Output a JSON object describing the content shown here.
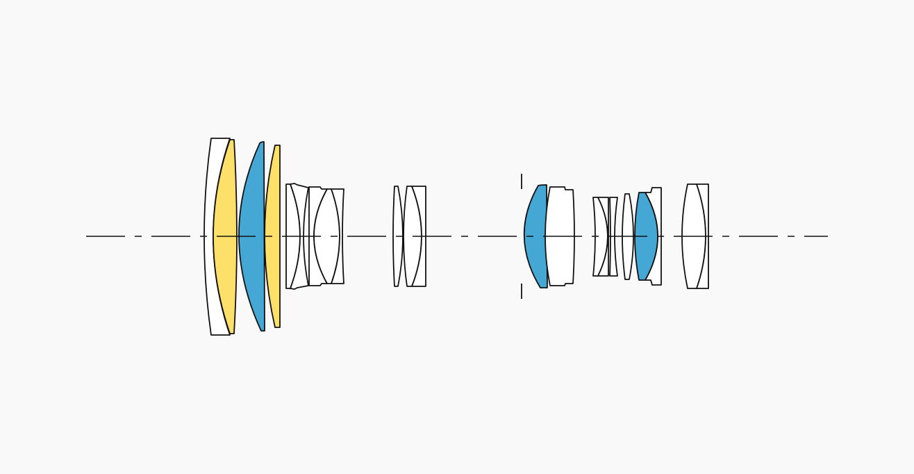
{
  "diagram": {
    "type": "lens-construction",
    "colors": {
      "background": "#f9f9f9",
      "outline": "#111111",
      "plain_element": "#ffffff",
      "yellow_element": "#fde06a",
      "blue_element": "#45a8d4"
    },
    "groups": [
      {
        "name": "front-group",
        "elements": [
          "plain",
          "yellow",
          "blue",
          "yellow"
        ]
      },
      {
        "name": "second-group",
        "elements": [
          "plain",
          "plain",
          "plain",
          "plain",
          "plain"
        ]
      },
      {
        "name": "third-group",
        "elements": [
          "plain",
          "plain",
          "plain"
        ]
      },
      {
        "name": "rear-group-a",
        "elements": [
          "blue",
          "plain"
        ]
      },
      {
        "name": "rear-group-b",
        "elements": [
          "plain",
          "plain",
          "plain",
          "plain",
          "blue",
          "plain"
        ]
      },
      {
        "name": "rear-group-c",
        "elements": [
          "plain",
          "plain"
        ]
      }
    ]
  }
}
